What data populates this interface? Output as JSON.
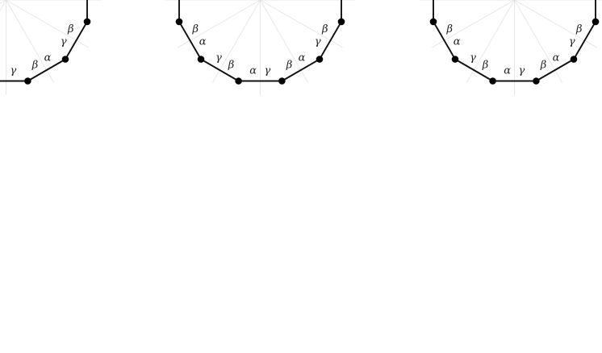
{
  "labels": {
    "alpha": "α",
    "beta": "β",
    "gamma": "γ"
  },
  "colors": {
    "edge": "#111111",
    "vertex": "#000000",
    "grid": "#e3e3e3",
    "text": "#222222"
  }
}
